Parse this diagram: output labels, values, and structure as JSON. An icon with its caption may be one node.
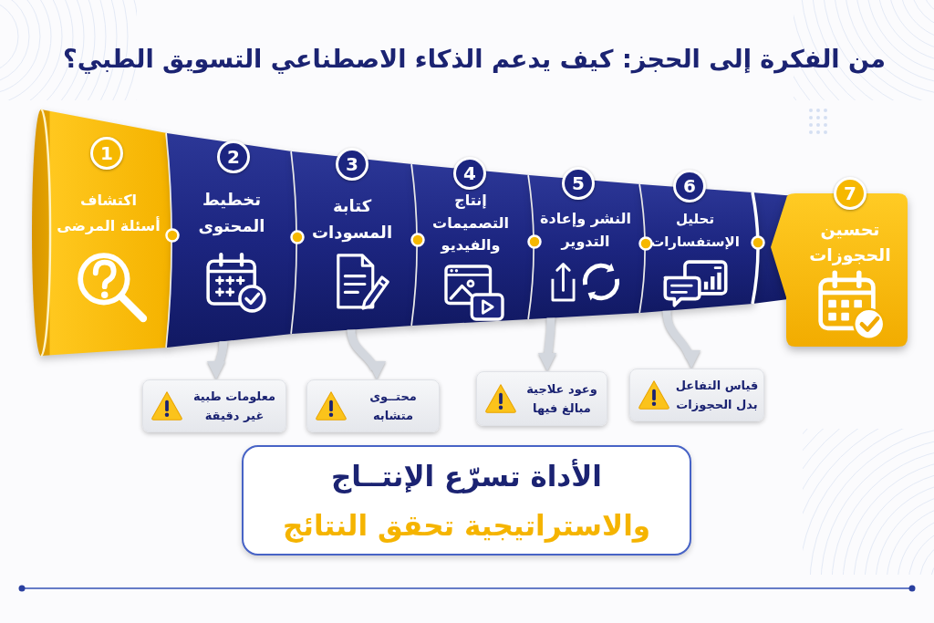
{
  "diagram": {
    "title": "من الفكرة إلى الحجز: كيف يدعم الذكاء الاصطناعي التسويق الطبي؟",
    "nodes": [
      {
        "text": [
          "1",
          "اكتشاف أسئلة المرضى"
        ]
      },
      {
        "text": [
          "2",
          "تخطيط المحتوى"
        ]
      },
      {
        "text": [
          "3",
          "كتابة المسودات"
        ]
      },
      {
        "text": [
          "4",
          "إنتاج التصميمات والفيديو"
        ]
      },
      {
        "text": [
          "5",
          "النشر وإعادة التدوير"
        ]
      },
      {
        "text": [
          "6",
          "تحليل الإستفسارات"
        ]
      },
      {
        "text": [
          "7",
          "تحسين الحجوزات"
        ]
      },
      {
        "text": [
          "معلومات طبية غير دقيقة"
        ]
      },
      {
        "text": [
          "محتــوى متشابه"
        ]
      },
      {
        "text": [
          "وعود علاجية مبالغ فيها"
        ]
      },
      {
        "text": [
          "قياس التفاعل بدل الحجوزات"
        ]
      },
      {
        "text": [
          "الأداة تسرّع الإنتــاج",
          "والاستراتيجية تحقق النتائج"
        ]
      }
    ],
    "edges": [
      {
        "from": 1,
        "to": 7,
        "arrow": "to"
      },
      {
        "from": 2,
        "to": 8,
        "arrow": "to"
      },
      {
        "from": 4,
        "to": 9,
        "arrow": "to"
      },
      {
        "from": 5,
        "to": 10,
        "arrow": "to"
      }
    ]
  }
}
